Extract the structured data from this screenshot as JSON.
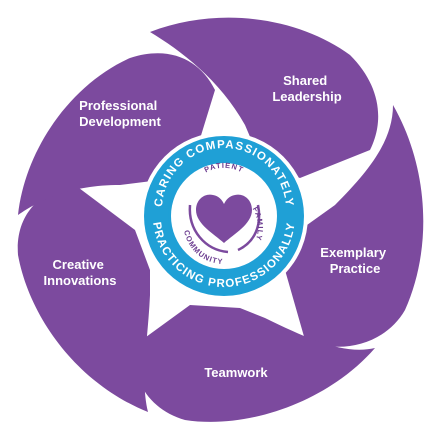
{
  "petals": [
    {
      "id": "shared-leadership",
      "line1": "Shared",
      "line2": "Leadership"
    },
    {
      "id": "exemplary-practice",
      "line1": "Exemplary",
      "line2": "Practice"
    },
    {
      "id": "teamwork",
      "line1": "Teamwork",
      "line2": ""
    },
    {
      "id": "creative-innovations",
      "line1": "Creative",
      "line2": "Innovations"
    },
    {
      "id": "professional-development",
      "line1": "Professional",
      "line2": "Development"
    }
  ],
  "center": {
    "ring_top": "CARING COMPASSIONATELY",
    "ring_bottom": "PRACTICING PROFESSIONALLY",
    "inner_patient": "PATIENT",
    "inner_family": "FAMILY",
    "inner_community": "COMMUNITY"
  },
  "colors": {
    "petal": "#7c4a9e",
    "ring": "#1fa0d6",
    "ring_border": "#ffffff",
    "heart": "#7c4a9e",
    "inner_bg": "#ffffff"
  }
}
